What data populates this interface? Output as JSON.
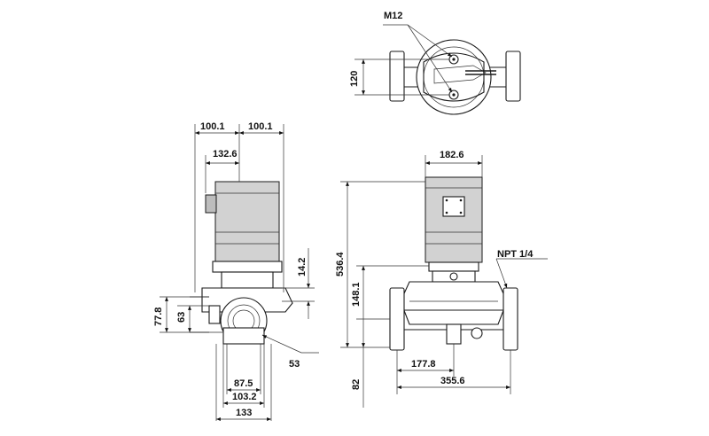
{
  "top_view": {
    "bolt_label": "M12",
    "flange_spacing": "120"
  },
  "left_view": {
    "width_left": "100.1",
    "width_right": "100.1",
    "motor_offset": "132.6",
    "gap": "14.2",
    "outer_height": "77.8",
    "inner_height": "63",
    "drain_offset": "53",
    "base_inner": "87.5",
    "base_mid": "103.2",
    "base_outer": "133"
  },
  "right_view": {
    "motor_width": "182.6",
    "total_height": "536.4",
    "port_height": "148.1",
    "npt_label": "NPT 1/4",
    "half_length": "177.8",
    "port_to_port": "355.6",
    "foot_height": "82"
  }
}
